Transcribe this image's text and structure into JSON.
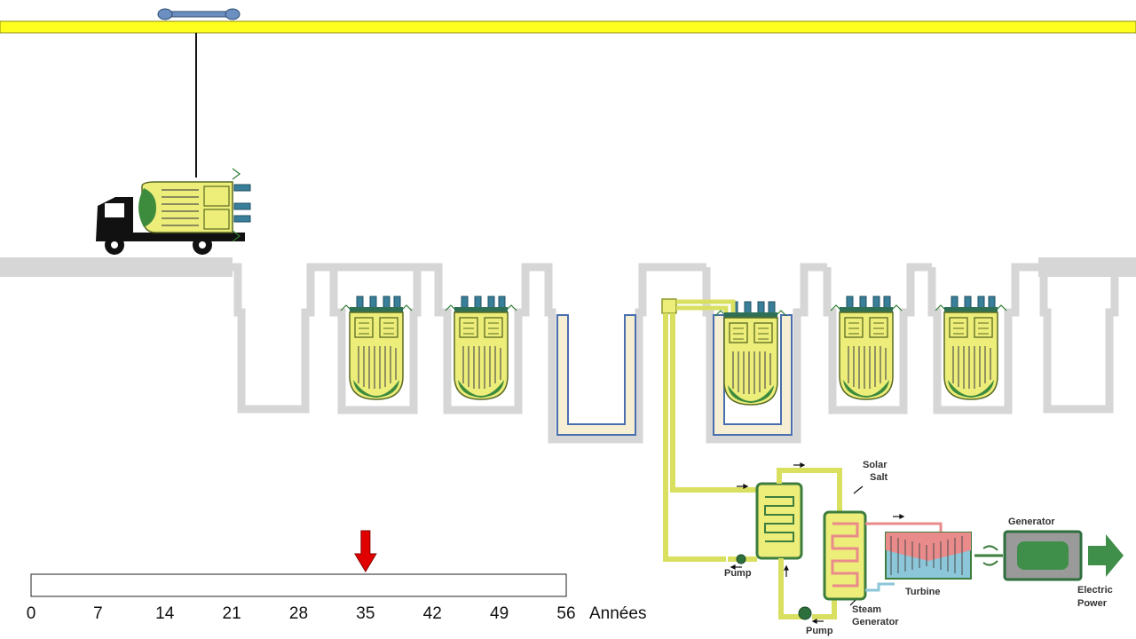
{
  "timeline": {
    "ticks": [
      "0",
      "7",
      "14",
      "21",
      "28",
      "35",
      "42",
      "49",
      "56"
    ],
    "unit": "Années",
    "current_marker": 35
  },
  "plant_labels": {
    "solar_salt": [
      "Solar",
      "Salt"
    ],
    "pump_primary": "Pump",
    "pump_secondary": "Pump",
    "steam_generator": [
      "Steam",
      "Generator"
    ],
    "turbine": "Turbine",
    "generator": "Generator",
    "electric_power": [
      "Electric",
      "Power"
    ]
  },
  "colors": {
    "crane_rail": "#ffff1f",
    "reactor_body": "#eded7a",
    "reactor_core": "#3d8b3d",
    "silo_wall": "#d6d6d6",
    "marker": "#e10000",
    "pipe": "#d9e060",
    "turbine_hot": "#e98b8b",
    "turbine_cold": "#8cc6d9"
  }
}
